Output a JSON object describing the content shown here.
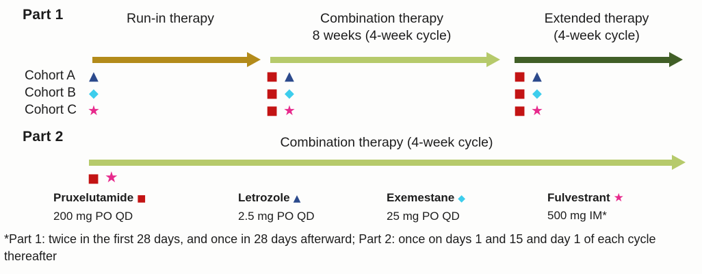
{
  "part1": {
    "label": "Part 1",
    "phases": {
      "runin": {
        "title": "Run-in therapy"
      },
      "combination": {
        "title": "Combination therapy",
        "subtitle": "8 weeks (4-week cycle)"
      },
      "extended": {
        "title": "Extended therapy",
        "subtitle": "(4-week cycle)"
      }
    },
    "cohorts": [
      {
        "label": "Cohort A",
        "marker": "letrozole"
      },
      {
        "label": "Cohort B",
        "marker": "exemestane"
      },
      {
        "label": "Cohort C",
        "marker": "fulvestrant"
      }
    ]
  },
  "part2": {
    "label": "Part 2",
    "phase_title": "Combination therapy (4-week cycle)"
  },
  "markers": {
    "pruxelutamide": "■",
    "letrozole": "▲",
    "exemestane": "◆",
    "fulvestrant": "★"
  },
  "marker_colors": {
    "pruxelutamide": "#c31414",
    "letrozole": "#2c4a8c",
    "exemestane": "#3dcdec",
    "fulvestrant": "#e72a8c"
  },
  "arrow_colors": {
    "runin": "#b38b1a",
    "combination": "#b6ca6b",
    "extended": "#415f27"
  },
  "legend": [
    {
      "drug": "Pruxelutamide",
      "marker": "pruxelutamide",
      "dose": "200 mg PO QD"
    },
    {
      "drug": "Letrozole",
      "marker": "letrozole",
      "dose": "2.5 mg PO QD"
    },
    {
      "drug": "Exemestane",
      "marker": "exemestane",
      "dose": "25 mg PO QD"
    },
    {
      "drug": "Fulvestrant",
      "marker": "fulvestrant",
      "dose": "500 mg IM*"
    }
  ],
  "footnote": "*Part 1: twice in the first 28 days, and once in 28 days afterward; Part 2: once on days 1 and 15 and day 1 of each cycle thereafter"
}
